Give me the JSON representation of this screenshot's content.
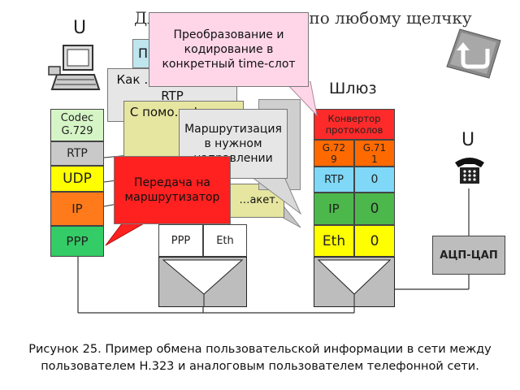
{
  "title": "Для продолжения – по любому щелчку",
  "user_left_label": "U",
  "user_right_label": "U",
  "gateway_label": "Шлюз",
  "left_stack": [
    "Codec G.729",
    "RTP",
    "UDP",
    "IP",
    "PPP"
  ],
  "router_stack": [
    "PPP",
    "Eth"
  ],
  "gateway_stack": {
    "converter": "Конвертор протоколов",
    "codecs": [
      "G.729",
      "G.711"
    ],
    "rtp": [
      "RTP",
      "0"
    ],
    "ip": [
      "IP",
      "0"
    ],
    "eth": [
      "Eth",
      "0"
    ]
  },
  "adc_label": "АЦП-ЦАП",
  "callouts": {
    "conversion": "Преобразование и кодирование в конкретный time-слот",
    "rtp_partial": "Как … протоколе RTP",
    "format_partial": "С помо… форм…",
    "routing": "Маршрутизация в нужном направлении",
    "packet_partial": "…акет.",
    "transfer": "Передача на маршрутизатор",
    "p_partial": "П"
  },
  "caption": "Рисунок 25. Пример обмена пользовательской информации в сети между пользователем H.323 и аналоговым пользователем телефонной сети.",
  "colors": {
    "codec": "#d6f5c6",
    "rtp": "#c9c9c9",
    "udp": "#ffff00",
    "ip": "#ff7a1a",
    "ppp": "#33cc66",
    "converter": "#ff2a2a",
    "gw_codec": "#ff6a00",
    "gw_rtp": "#7fd8f7",
    "gw_ip": "#4cb84c",
    "gw_eth": "#ffff00",
    "callout_pink": "#ffd6e8",
    "callout_red": "#ff2020",
    "callout_green": "#e6e6a0",
    "callout_gray": "#e6e6e6"
  },
  "icons": [
    "computer-icon",
    "telephone-icon",
    "return-button-icon"
  ]
}
